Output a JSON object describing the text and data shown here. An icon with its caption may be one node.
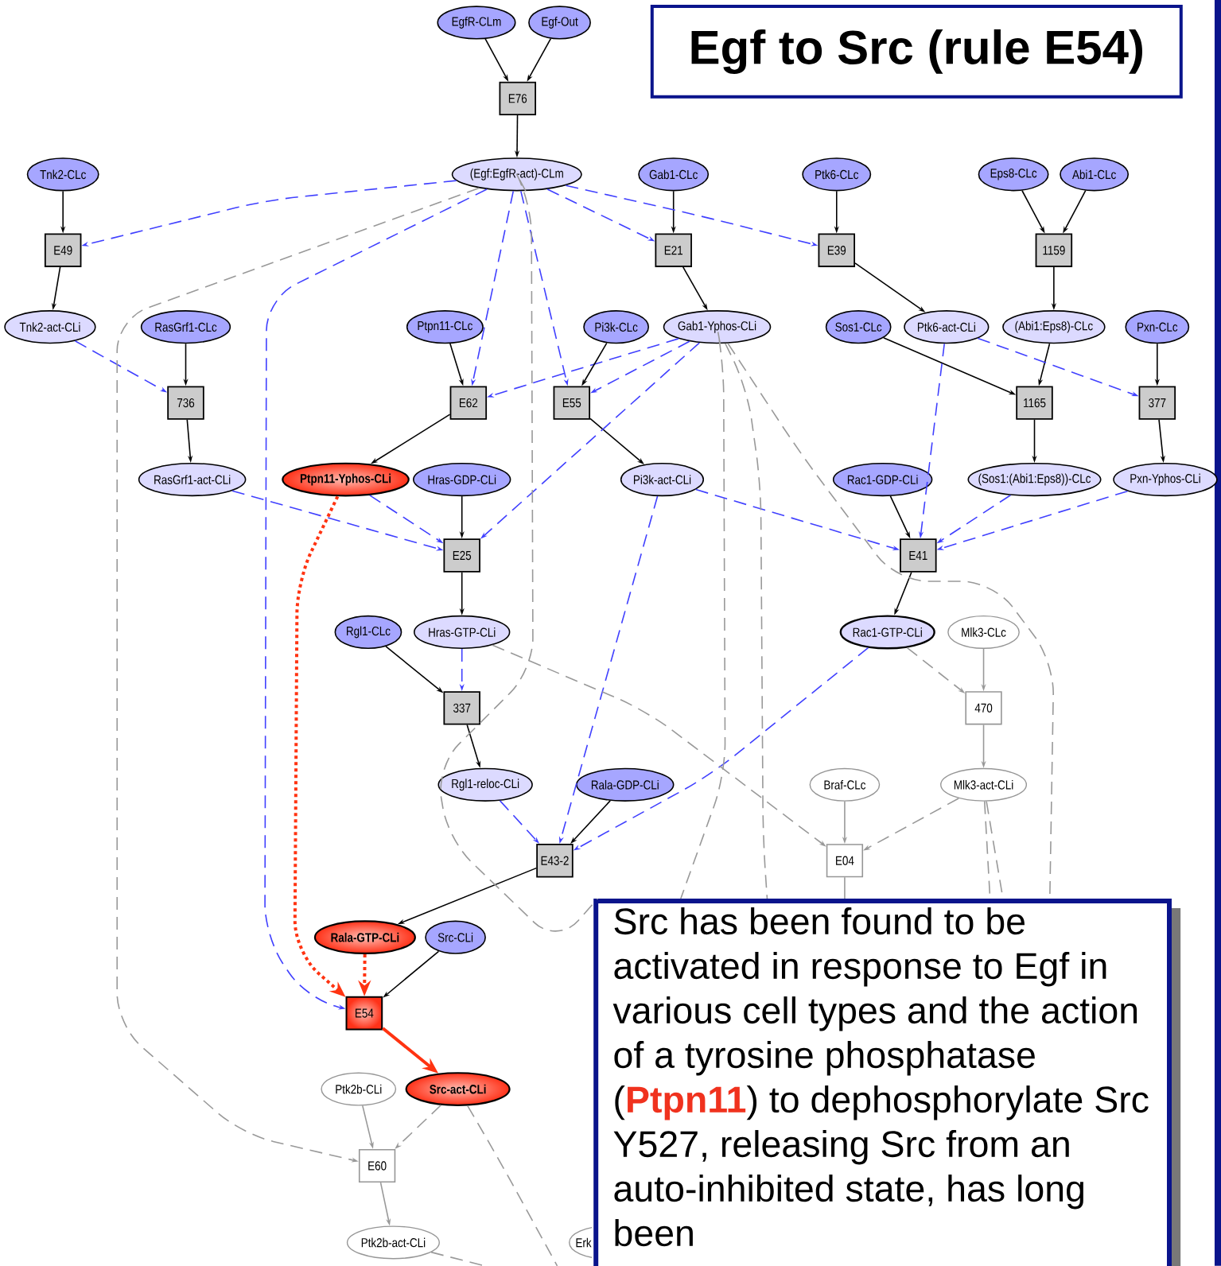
{
  "diagram": {
    "title": "Egf to Src (rule E54)",
    "nodes": [
      {
        "text": [
          "EgfR-CLm"
        ]
      },
      {
        "text": [
          "Egf-Out"
        ]
      },
      {
        "text": [
          "E76"
        ]
      },
      {
        "text": [
          "(Egf:EgfR-act)-CLm"
        ]
      },
      {
        "text": [
          "Tnk2-CLc"
        ]
      },
      {
        "text": [
          "Gab1-CLc"
        ]
      },
      {
        "text": [
          "Ptk6-CLc"
        ]
      },
      {
        "text": [
          "Eps8-CLc"
        ]
      },
      {
        "text": [
          "Abi1-CLc"
        ]
      },
      {
        "text": [
          "E49"
        ]
      },
      {
        "text": [
          "E21"
        ]
      },
      {
        "text": [
          "E39"
        ]
      },
      {
        "text": [
          "1159"
        ]
      },
      {
        "text": [
          "Tnk2-act-CLi"
        ]
      },
      {
        "text": [
          "RasGrf1-CLc"
        ]
      },
      {
        "text": [
          "Ptpn11-CLc"
        ]
      },
      {
        "text": [
          "Pi3k-CLc"
        ]
      },
      {
        "text": [
          "Gab1-Yphos-CLi"
        ]
      },
      {
        "text": [
          "Sos1-CLc"
        ]
      },
      {
        "text": [
          "Ptk6-act-CLi"
        ]
      },
      {
        "text": [
          "(Abi1:Eps8)-CLc"
        ]
      },
      {
        "text": [
          "Pxn-CLc"
        ]
      },
      {
        "text": [
          "736"
        ]
      },
      {
        "text": [
          "E62"
        ]
      },
      {
        "text": [
          "E55"
        ]
      },
      {
        "text": [
          "1165"
        ]
      },
      {
        "text": [
          "377"
        ]
      },
      {
        "text": [
          "RasGrf1-act-CLi"
        ]
      },
      {
        "text": [
          "Ptpn11-Yphos-CLi"
        ]
      },
      {
        "text": [
          "Hras-GDP-CLi"
        ]
      },
      {
        "text": [
          "Pi3k-act-CLi"
        ]
      },
      {
        "text": [
          "Rac1-GDP-CLi"
        ]
      },
      {
        "text": [
          "(Sos1:(Abi1:Eps8))-CLc"
        ]
      },
      {
        "text": [
          "Pxn-Yphos-CLi"
        ]
      },
      {
        "text": [
          "E25"
        ]
      },
      {
        "text": [
          "E41"
        ]
      },
      {
        "text": [
          "Rgl1-CLc"
        ]
      },
      {
        "text": [
          "Hras-GTP-CLi"
        ]
      },
      {
        "text": [
          "Rac1-GTP-CLi"
        ]
      },
      {
        "text": [
          "Mlk3-CLc"
        ]
      },
      {
        "text": [
          "337"
        ]
      },
      {
        "text": [
          "470"
        ]
      },
      {
        "text": [
          "Rgl1-reloc-CLi"
        ]
      },
      {
        "text": [
          "Rala-GDP-CLi"
        ]
      },
      {
        "text": [
          "Braf-CLc"
        ]
      },
      {
        "text": [
          "Mlk3-act-CLi"
        ]
      },
      {
        "text": [
          "E43-2"
        ]
      },
      {
        "text": [
          "E04"
        ]
      },
      {
        "text": [
          "Rala-GTP-CLi"
        ]
      },
      {
        "text": [
          "Src-CLi"
        ]
      },
      {
        "text": [
          "E54"
        ]
      },
      {
        "text": [
          "Ptk2b-CLi"
        ]
      },
      {
        "text": [
          "Src-act-CLi"
        ]
      },
      {
        "text": [
          "E60"
        ]
      },
      {
        "text": [
          "Ptk2b-act-CLi"
        ]
      },
      {
        "text": [
          "Erk"
        ]
      },
      {
        "text": [
          "Src has been found to be activated in response to Egf in various cell types and the action of a tyrosine phosphatase (**Ptpn11**) to dephosphorylate Src Y527, releasing Src from an auto-inhibited state, has long been"
        ]
      }
    ],
    "edges": [
      {
        "from": 0,
        "to": 2,
        "arrow": "to"
      },
      {
        "from": 1,
        "to": 2,
        "arrow": "to"
      },
      {
        "from": 2,
        "to": 3,
        "arrow": "to"
      },
      {
        "from": 4,
        "to": 9,
        "arrow": "to"
      },
      {
        "from": 3,
        "to": 9,
        "arrow": "to",
        "style": "dashed",
        "color": "#4040ff"
      },
      {
        "from": 9,
        "to": 13,
        "arrow": "to"
      },
      {
        "from": 5,
        "to": 10,
        "arrow": "to"
      },
      {
        "from": 3,
        "to": 10,
        "arrow": "to",
        "style": "dashed",
        "color": "#4040ff"
      },
      {
        "from": 10,
        "to": 17,
        "arrow": "to"
      },
      {
        "from": 3,
        "to": 11,
        "arrow": "to",
        "style": "dashed",
        "color": "#4040ff"
      },
      {
        "from": 6,
        "to": 11,
        "arrow": "to"
      },
      {
        "from": 11,
        "to": 19,
        "arrow": "to"
      },
      {
        "from": 7,
        "to": 12,
        "arrow": "to"
      },
      {
        "from": 8,
        "to": 12,
        "arrow": "to"
      },
      {
        "from": 12,
        "to": 20,
        "arrow": "to"
      },
      {
        "from": 14,
        "to": 22,
        "arrow": "to"
      },
      {
        "from": 13,
        "to": 22,
        "arrow": "to",
        "style": "dashed",
        "color": "#4040ff"
      },
      {
        "from": 22,
        "to": 27,
        "arrow": "to"
      },
      {
        "from": 15,
        "to": 23,
        "arrow": "to"
      },
      {
        "from": 3,
        "to": 23,
        "arrow": "to",
        "style": "dashed",
        "color": "#4040ff"
      },
      {
        "from": 17,
        "to": 23,
        "arrow": "to",
        "style": "dashed",
        "color": "#4040ff"
      },
      {
        "from": 23,
        "to": 28,
        "arrow": "to"
      },
      {
        "from": 16,
        "to": 24,
        "arrow": "to"
      },
      {
        "from": 3,
        "to": 24,
        "arrow": "to",
        "style": "dashed",
        "color": "#4040ff"
      },
      {
        "from": 17,
        "to": 24,
        "arrow": "to",
        "style": "dashed",
        "color": "#4040ff"
      },
      {
        "from": 24,
        "to": 30,
        "arrow": "to"
      },
      {
        "from": 18,
        "to": 25,
        "arrow": "to"
      },
      {
        "from": 20,
        "to": 25,
        "arrow": "to"
      },
      {
        "from": 25,
        "to": 32,
        "arrow": "to"
      },
      {
        "from": 21,
        "to": 26,
        "arrow": "to"
      },
      {
        "from": 19,
        "to": 26,
        "arrow": "to",
        "style": "dashed",
        "color": "#4040ff"
      },
      {
        "from": 26,
        "to": 33,
        "arrow": "to"
      },
      {
        "from": 29,
        "to": 34,
        "arrow": "to"
      },
      {
        "from": 27,
        "to": 34,
        "arrow": "to",
        "style": "dashed",
        "color": "#4040ff"
      },
      {
        "from": 28,
        "to": 34,
        "arrow": "to",
        "style": "dashed",
        "color": "#4040ff"
      },
      {
        "from": 17,
        "to": 34,
        "arrow": "to",
        "style": "dashed",
        "color": "#4040ff"
      },
      {
        "from": 34,
        "to": 37,
        "arrow": "to"
      },
      {
        "from": 31,
        "to": 35,
        "arrow": "to"
      },
      {
        "from": 30,
        "to": 35,
        "arrow": "to",
        "style": "dashed",
        "color": "#4040ff"
      },
      {
        "from": 19,
        "to": 35,
        "arrow": "to",
        "style": "dashed",
        "color": "#4040ff"
      },
      {
        "from": 32,
        "to": 35,
        "arrow": "to",
        "style": "dashed",
        "color": "#4040ff"
      },
      {
        "from": 33,
        "to": 35,
        "arrow": "to",
        "style": "dashed",
        "color": "#4040ff"
      },
      {
        "from": 35,
        "to": 38,
        "arrow": "to"
      },
      {
        "from": 36,
        "to": 40,
        "arrow": "to"
      },
      {
        "from": 37,
        "to": 40,
        "arrow": "to",
        "style": "dashed",
        "color": "#4040ff"
      },
      {
        "from": 40,
        "to": 42,
        "arrow": "to"
      },
      {
        "from": 42,
        "to": 46,
        "arrow": "to",
        "style": "dashed",
        "color": "#4040ff"
      },
      {
        "from": 43,
        "to": 46,
        "arrow": "to"
      },
      {
        "from": 30,
        "to": 46,
        "arrow": "to",
        "style": "dashed",
        "color": "#4040ff"
      },
      {
        "from": 38,
        "to": 46,
        "arrow": "to",
        "style": "dashed",
        "color": "#4040ff"
      },
      {
        "from": 46,
        "to": 48,
        "arrow": "to"
      },
      {
        "from": 48,
        "to": 50,
        "arrow": "to",
        "style": "dashed",
        "color": "#ff3311"
      },
      {
        "from": 28,
        "to": 50,
        "arrow": "to",
        "style": "dashed",
        "color": "#ff3311"
      },
      {
        "from": 49,
        "to": 50,
        "arrow": "to"
      },
      {
        "from": 3,
        "to": 50,
        "arrow": "to",
        "style": "dashed",
        "color": "#4040ff"
      },
      {
        "from": 50,
        "to": 52,
        "arrow": "to",
        "style": "thick",
        "color": "#ff3311"
      },
      {
        "from": 39,
        "to": 41,
        "arrow": "to",
        "color": "#999999"
      },
      {
        "from": 38,
        "to": 41,
        "arrow": "to",
        "style": "dashed",
        "color": "#999999"
      },
      {
        "from": 41,
        "to": 45,
        "arrow": "to",
        "color": "#999999"
      },
      {
        "from": 44,
        "to": 47,
        "arrow": "to",
        "color": "#999999"
      },
      {
        "from": 45,
        "to": 47,
        "arrow": "to",
        "style": "dashed",
        "color": "#999999"
      },
      {
        "from": 37,
        "to": 47,
        "arrow": "to",
        "style": "dashed",
        "color": "#999999"
      },
      {
        "from": 51,
        "to": 53,
        "arrow": "to",
        "color": "#999999"
      },
      {
        "from": 52,
        "to": 53,
        "arrow": "to",
        "style": "dashed",
        "color": "#999999"
      },
      {
        "from": 53,
        "to": 54,
        "arrow": "to",
        "color": "#999999"
      },
      {
        "from": 3,
        "to": 53,
        "arrow": "to",
        "style": "dashed",
        "color": "#999999"
      },
      {
        "from": 3,
        "to": 56,
        "arrow": "none",
        "style": "dashed",
        "color": "#999999"
      },
      {
        "from": 17,
        "to": 56,
        "arrow": "none",
        "style": "dashed",
        "color": "#999999"
      },
      {
        "from": 17,
        "to": 56,
        "arrow": "none",
        "style": "dashed",
        "color": "#999999"
      },
      {
        "from": 17,
        "to": 56,
        "arrow": "none",
        "style": "dashed",
        "color": "#999999"
      },
      {
        "from": 45,
        "to": 56,
        "arrow": "none",
        "style": "dashed",
        "color": "#999999"
      },
      {
        "from": 45,
        "to": 56,
        "arrow": "none",
        "style": "dashed",
        "color": "#999999"
      },
      {
        "from": 47,
        "to": 56,
        "arrow": "none",
        "color": "#999999"
      },
      {
        "from": 52,
        "to": null,
        "arrow": "none",
        "style": "dashed",
        "color": "#999999"
      },
      {
        "from": 54,
        "to": null,
        "arrow": "none",
        "style": "dashed",
        "color": "#999999"
      }
    ]
  }
}
